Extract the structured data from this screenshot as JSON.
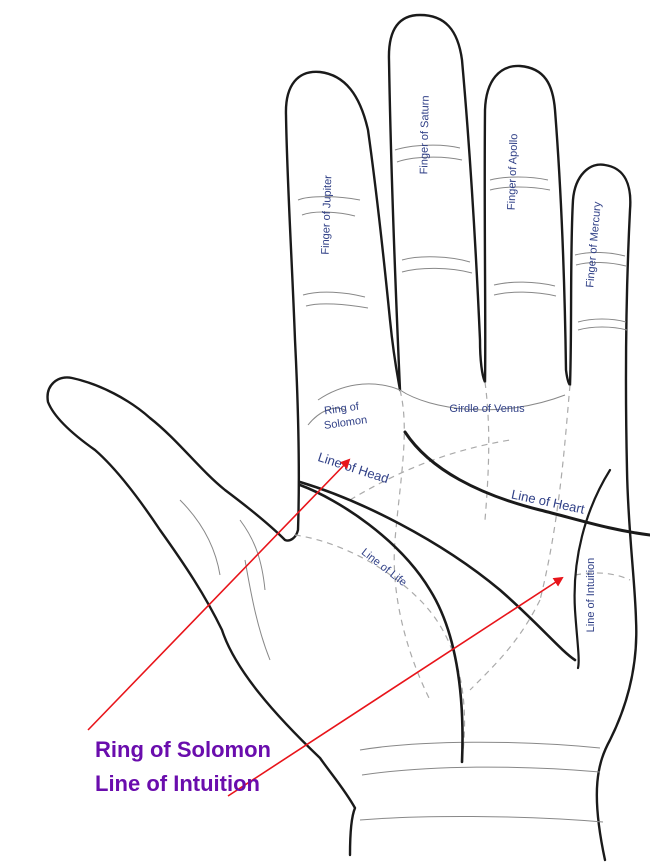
{
  "labels": {
    "finger_jupiter": "Finger of Jupiter",
    "finger_saturn": "Finger of Saturn",
    "finger_apollo": "Finger of Apollo",
    "finger_mercury": "Finger of Mercury",
    "ring_of": "Ring of",
    "solomon": "Solomon",
    "girdle_venus": "Girdle of Venus",
    "line_head": "Line of Head",
    "line_heart": "Line of Heart",
    "line_life": "Line of Life",
    "line_intuition": "Line of Intuition"
  },
  "callouts": {
    "ring_solomon": "Ring of Solomon",
    "line_intuition": "Line of Intuition"
  },
  "colors": {
    "callout_text": "#6a0dad",
    "arrow": "#e8141a",
    "label_text": "#2f3f86",
    "outline": "#1a1a1a"
  }
}
